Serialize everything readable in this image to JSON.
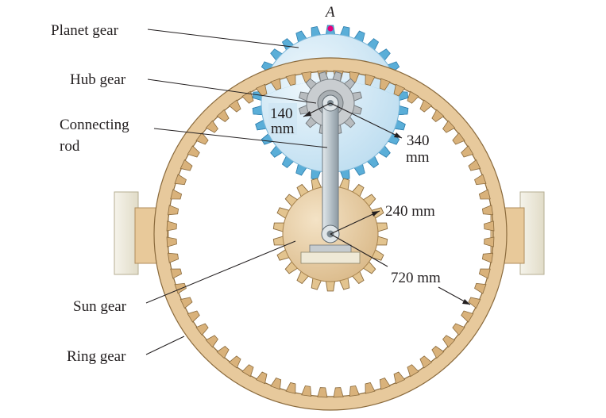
{
  "diagram": {
    "point_label": "A",
    "labels": {
      "planet_gear": "Planet gear",
      "hub_gear": "Hub gear",
      "connecting_rod_line1": "Connecting",
      "connecting_rod_line2": "rod",
      "sun_gear": "Sun gear",
      "ring_gear": "Ring gear"
    },
    "dimensions": {
      "hub_radius_value": "140",
      "hub_radius_unit": "mm",
      "planet_radius_value": "340",
      "planet_radius_unit": "mm",
      "sun_radius": "240 mm",
      "ring_radius": "720 mm"
    },
    "colors": {
      "ring_fill": "#e7c99c",
      "ring_stroke": "#8a6a3c",
      "planet_fill": "#d3e9f6",
      "planet_teeth": "#5aaed8",
      "hub_fill": "#c4c7c9",
      "sun_fill": "#e8cfa6",
      "rod_fill": "#c3cdd3",
      "support_fill": "#f0eee2",
      "point_marker": "#e5007d"
    }
  }
}
